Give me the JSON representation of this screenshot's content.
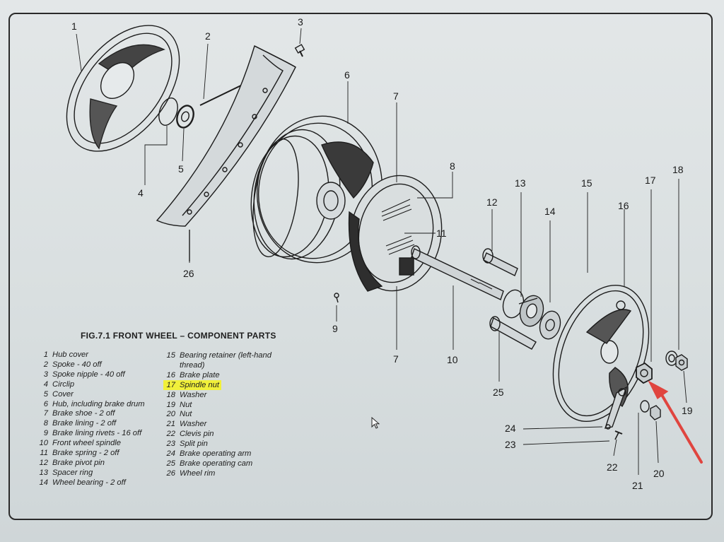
{
  "figure": {
    "title": "FIG.7.1 FRONT WHEEL – COMPONENT PARTS",
    "highlighted_item": 17,
    "highlight_color": "#f1f03a",
    "arrow_color": "#e0453f"
  },
  "legend_left": [
    {
      "num": "1",
      "text": "Hub cover"
    },
    {
      "num": "2",
      "text": "Spoke - 40 off"
    },
    {
      "num": "3",
      "text": "Spoke nipple - 40 off"
    },
    {
      "num": "4",
      "text": "Circlip"
    },
    {
      "num": "5",
      "text": "Cover"
    },
    {
      "num": "6",
      "text": "Hub, including brake drum"
    },
    {
      "num": "7",
      "text": "Brake shoe - 2 off"
    },
    {
      "num": "8",
      "text": "Brake lining - 2 off"
    },
    {
      "num": "9",
      "text": "Brake lining rivets - 16 off"
    },
    {
      "num": "10",
      "text": "Front wheel spindle"
    },
    {
      "num": "11",
      "text": "Brake spring - 2 off"
    },
    {
      "num": "12",
      "text": "Brake pivot pin"
    },
    {
      "num": "13",
      "text": "Spacer ring"
    },
    {
      "num": "14",
      "text": "Wheel bearing - 2 off"
    }
  ],
  "legend_right": [
    {
      "num": "15",
      "text": "Bearing retainer (left-hand",
      "cont": "thread)"
    },
    {
      "num": "16",
      "text": "Brake plate"
    },
    {
      "num": "17",
      "text": "Spindle nut"
    },
    {
      "num": "18",
      "text": "Washer"
    },
    {
      "num": "19",
      "text": "Nut"
    },
    {
      "num": "20",
      "text": "Nut"
    },
    {
      "num": "21",
      "text": "Washer"
    },
    {
      "num": "22",
      "text": "Clevis pin"
    },
    {
      "num": "23",
      "text": "Split pin"
    },
    {
      "num": "24",
      "text": "Brake operating arm"
    },
    {
      "num": "25",
      "text": "Brake operating cam"
    },
    {
      "num": "26",
      "text": "Wheel rim"
    }
  ],
  "callouts": {
    "c1": "1",
    "c2": "2",
    "c3": "3",
    "c4": "4",
    "c5": "5",
    "c6": "6",
    "c7a": "7",
    "c7b": "7",
    "c8": "8",
    "c9": "9",
    "c10": "10",
    "c11": "11",
    "c12": "12",
    "c13": "13",
    "c14": "14",
    "c15": "15",
    "c16": "16",
    "c17": "17",
    "c18": "18",
    "c19": "19",
    "c20": "20",
    "c21": "21",
    "c22": "22",
    "c23": "23",
    "c24": "24",
    "c25": "25",
    "c26": "26"
  },
  "cursor": "arrow-pointer-icon"
}
